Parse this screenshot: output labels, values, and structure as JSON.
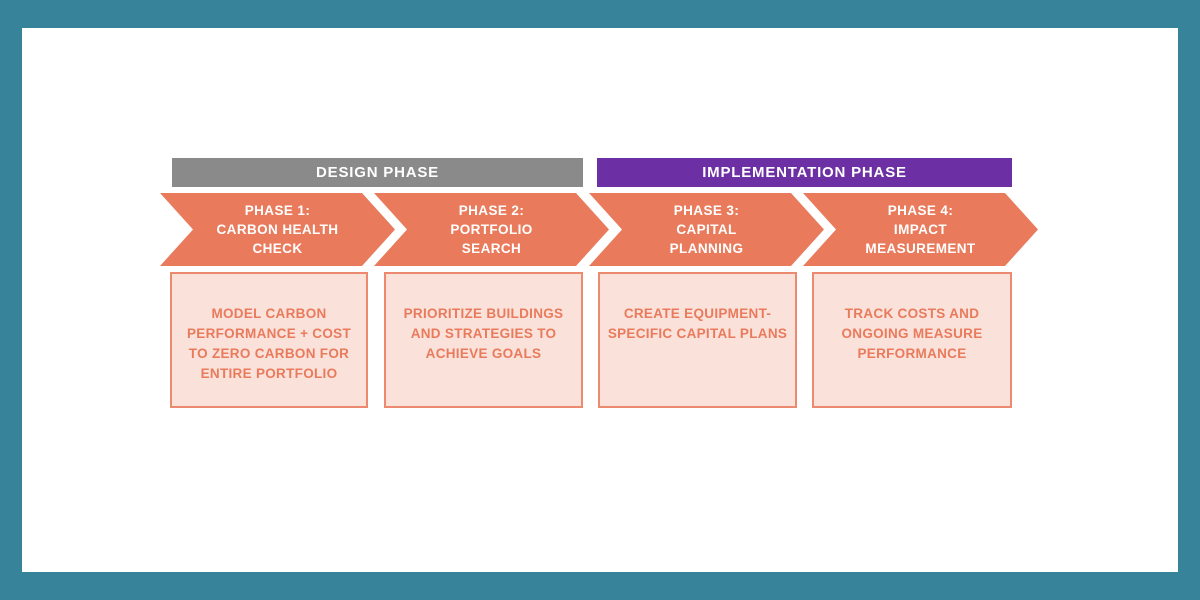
{
  "diagram": {
    "title_bars": [
      {
        "id": "design",
        "label": "DESIGN PHASE",
        "color": "#8A8A8A",
        "text_color": "#FFFFFF"
      },
      {
        "id": "implementation",
        "label": "IMPLEMENTATION PHASE",
        "color": "#6C30A4",
        "text_color": "#FFFFFF"
      }
    ],
    "phases": [
      {
        "arrow_label": "PHASE 1:\nCARBON HEALTH\nCHECK",
        "description": "MODEL CARBON PERFORMANCE + COST TO ZERO CARBON FOR ENTIRE PORTFOLIO"
      },
      {
        "arrow_label": "PHASE 2:\nPORTFOLIO\nSEARCH",
        "description": "PRIORITIZE BUILDINGS AND STRATEGIES TO ACHIEVE GOALS"
      },
      {
        "arrow_label": "PHASE 3:\nCAPITAL\nPLANNING",
        "description": "CREATE EQUIPMENT-SPECIFIC CAPITAL PLANS"
      },
      {
        "arrow_label": "PHASE 4:\nIMPACT\nMEASUREMENT",
        "description": "TRACK COSTS AND ONGOING MEASURE PERFORMANCE"
      }
    ],
    "colors": {
      "frame": "#37839A",
      "canvas": "#FFFFFF",
      "arrow_fill": "#E97B5C",
      "arrow_text": "#FFFFFF",
      "box_fill": "#FAE1DA",
      "box_border": "#EC8A70",
      "box_text": "#E97B5C"
    }
  }
}
